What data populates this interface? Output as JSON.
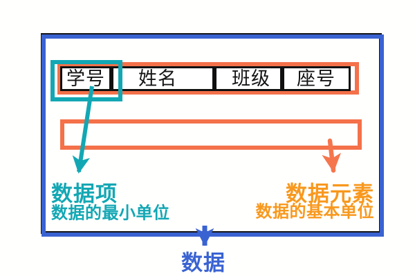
{
  "table": {
    "headers": [
      "学号",
      "姓名",
      "班级",
      "座号"
    ]
  },
  "annotations": {
    "data_item": {
      "title": "数据项",
      "subtitle": "数据的最小单位"
    },
    "data_element": {
      "title": "数据元素",
      "subtitle": "数据的基本单位"
    },
    "data": {
      "title": "数据"
    }
  },
  "colors": {
    "frame_blue": "#3a63d2",
    "highlight_teal": "#13a7b4",
    "outline_coral": "#f4714a",
    "arrow_coral": "#f5764d",
    "accent_orange": "#f8981d",
    "row_border_black": "#101010",
    "shadow_black": "#141414",
    "cell_fill_white": "#ffffff"
  }
}
